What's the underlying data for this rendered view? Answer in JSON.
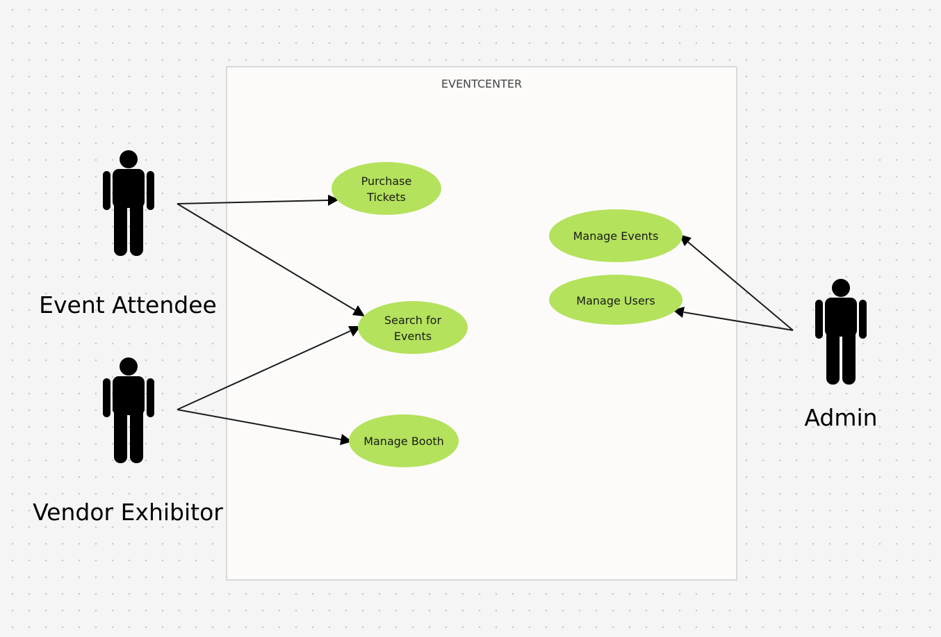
{
  "diagram": {
    "system_boundary": {
      "title": "EVENTCENTER"
    },
    "actors": [
      {
        "id": "event-attendee",
        "label": "Event Attendee",
        "icon": "person-icon"
      },
      {
        "id": "vendor-exhibitor",
        "label": "Vendor Exhibitor",
        "icon": "person-icon"
      },
      {
        "id": "admin",
        "label": "Admin",
        "icon": "person-icon"
      }
    ],
    "use_cases": [
      {
        "id": "purchase-tickets",
        "lines": [
          "Purchase",
          "Tickets"
        ]
      },
      {
        "id": "search-for-events",
        "lines": [
          "Search for",
          "Events"
        ]
      },
      {
        "id": "manage-booth",
        "lines": [
          "Manage Booth"
        ]
      },
      {
        "id": "manage-events",
        "lines": [
          "Manage Events"
        ]
      },
      {
        "id": "manage-users",
        "lines": [
          "Manage Users"
        ]
      }
    ],
    "associations": [
      {
        "from": "event-attendee",
        "to": "purchase-tickets"
      },
      {
        "from": "event-attendee",
        "to": "search-for-events"
      },
      {
        "from": "vendor-exhibitor",
        "to": "search-for-events"
      },
      {
        "from": "vendor-exhibitor",
        "to": "manage-booth"
      },
      {
        "from": "admin",
        "to": "manage-events"
      },
      {
        "from": "admin",
        "to": "manage-users"
      }
    ],
    "colors": {
      "use_case_fill": "#b4e25c",
      "boundary_fill": "#fcfbfa",
      "boundary_stroke": "#d9d9d9",
      "actor_fill": "#000000",
      "connector": "#1a1a1a"
    }
  }
}
